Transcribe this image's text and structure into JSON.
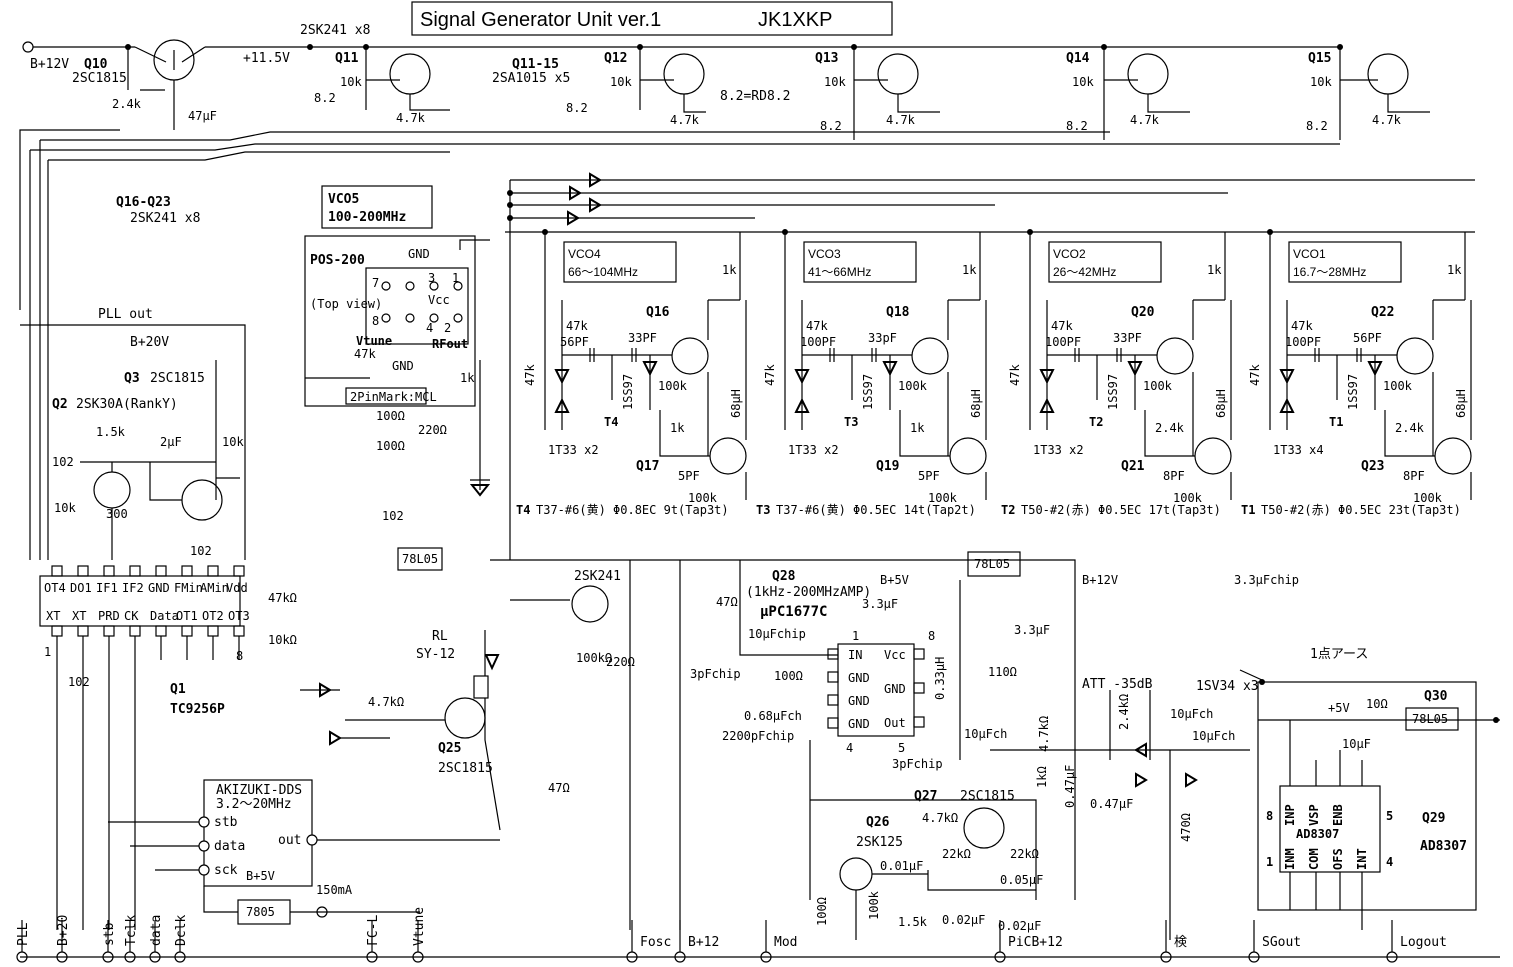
{
  "title": "Signal Generator Unit ver.1",
  "callsign": "JK1XKP",
  "top": {
    "supply_in": "B+12V",
    "q10": "Q10",
    "q10_type": "2SC1815",
    "r_2k4": "2.4k",
    "c_47uf": "47μF",
    "fet_array": "2SK241 x8",
    "v115": "+11.5V",
    "q11": "Q11",
    "q11_15": "Q11-15",
    "pnp_array": "2SA1015 x5",
    "q12": "Q12",
    "q13": "Q13",
    "q14": "Q14",
    "q15": "Q15",
    "r10k": "10k",
    "r47k": "4.7k",
    "z82": "8.2",
    "zener_note": "8.2=RD8.2"
  },
  "vco_switch": {
    "label": "Q16-Q23",
    "type": "2SK241 x8"
  },
  "vco5": {
    "name": "VCO5",
    "range": "100-200MHz",
    "module": "POS-200",
    "gnd": "GND",
    "topview": "(Top view)",
    "vcc": "Vcc",
    "vtune": "Vtune",
    "rfout": "RFout",
    "r47k": "47k",
    "r1k": "1k",
    "pinmark": "2PinMark:MCL",
    "r100a": "100Ω",
    "r100b": "100Ω",
    "r220": "220Ω",
    "pins": [
      "7",
      "3",
      "1",
      "8",
      "4",
      "2"
    ]
  },
  "vcos": [
    {
      "name": "VCO4",
      "range": "66〜104MHz",
      "qa": "Q16",
      "qb": "Q17",
      "cin": "56PF",
      "ca": "33PF",
      "rb": "1k",
      "cl": "5PF",
      "diodes": "1T33 x2",
      "tap": "T4",
      "coil": "T37-#6(黄) Φ0.8EC 9t(Tap3t)",
      "coil_label": "T4"
    },
    {
      "name": "VCO3",
      "range": "41〜66MHz",
      "qa": "Q18",
      "qb": "Q19",
      "cin": "100PF",
      "ca": "33pF",
      "rb": "1k",
      "cl": "5PF",
      "diodes": "1T33 x2",
      "tap": "T3",
      "coil": "T37-#6(黄) Φ0.5EC 14t(Tap2t)",
      "coil_label": "T3"
    },
    {
      "name": "VCO2",
      "range": "26〜42MHz",
      "qa": "Q20",
      "qb": "Q21",
      "cin": "100PF",
      "ca": "33PF",
      "rb": "2.4k",
      "cl": "8PF",
      "diodes": "1T33 x2",
      "tap": "T2",
      "coil": "T50-#2(赤) Φ0.5EC 17t(Tap3t)",
      "coil_label": "T2"
    },
    {
      "name": "VCO1",
      "range": "16.7〜28MHz",
      "qa": "Q22",
      "qb": "Q23",
      "cin": "100PF",
      "ca": "56PF",
      "rb": "2.4k",
      "cl": "8PF",
      "diodes": "1T33 x4",
      "tap": "T1",
      "coil": "T50-#2(赤) Φ0.5EC 23t(Tap3t)",
      "coil_label": "T1"
    }
  ],
  "vco_common": {
    "r1k": "1k",
    "r47k": "47k",
    "r100k": "100k",
    "ind": "68μH",
    "diode": "1SS97"
  },
  "pll": {
    "pll_out": "PLL out",
    "b20": "B+20V",
    "q3": "Q3",
    "q3_type": "2SC1815",
    "q2": "Q2",
    "q2_type": "2SK30A(RankY)",
    "r15k": "1.5k",
    "c2u": "2μF",
    "c102": "102",
    "r10k": "10k",
    "r10ka": "10k",
    "r300": "300",
    "c102b": "102",
    "c102c": "102",
    "c102d": "102",
    "reg": "78L05",
    "r47ko": "47kΩ",
    "r10ko": "10kΩ",
    "q1": "Q1",
    "q1_type": "TC9256P",
    "pins_top": [
      "OT4",
      "DO1",
      "IF1",
      "IF2",
      "GND",
      "FMin",
      "AMin",
      "Vdd"
    ],
    "pins_bot": [
      "XT",
      "XT",
      "PRD",
      "CK",
      "Data",
      "OT1",
      "OT2",
      "OT3"
    ],
    "pin1": "1",
    "pin8": "8"
  },
  "relay": {
    "rl": "RL",
    "rl_type": "SY-12",
    "r47k": "4.7kΩ",
    "q25": "Q25",
    "q25_type": "2SC1815",
    "r47": "47Ω"
  },
  "amp": {
    "fet": "2SK241",
    "r100k": "100kΩ",
    "r220": "220Ω",
    "r47": "47Ω",
    "q28": "Q28",
    "q28_desc": "(1kHz-200MHzAMP)",
    "ic": "μPC1677C",
    "c10u": "10μFchip",
    "c3p": "3pFchip",
    "r100": "100Ω",
    "c068": "0.68μFch",
    "c2200": "2200pFchip",
    "pins_left": [
      "IN",
      "GND",
      "GND",
      "GND"
    ],
    "pins_right": [
      "Vcc",
      "GND",
      "Out"
    ],
    "p1": "1",
    "p8": "8",
    "p4": "4",
    "p5": "5",
    "b5": "B+5V",
    "c33a": "3.3μF",
    "reg": "78L05",
    "b12": "B+12V",
    "c33chip": "3.3μFchip",
    "c33b": "3.3μF",
    "ind": "0.33μH",
    "r110": "110Ω",
    "c10ch": "10μFch",
    "c3p2": "3pFchip"
  },
  "att": {
    "label": "ATT -35dB",
    "diodes": "1SV34 x3",
    "r47k": "4.7kΩ",
    "r24k": "2.4kΩ",
    "c10a": "10μFch",
    "c10b": "10μFch",
    "r1k": "1kΩ",
    "c047a": "0.47μF",
    "c047b": "0.47μF",
    "r470": "470Ω",
    "ground": "1点アース"
  },
  "log": {
    "v5": "+5V",
    "r10": "10Ω",
    "q30": "Q30",
    "reg": "78L05",
    "c10u": "10μF",
    "q29": "Q29",
    "ic": "AD8307",
    "ic2": "AD8307",
    "pins_top": [
      "INP",
      "VSP",
      "ENB"
    ],
    "pins_bot": [
      "INM",
      "COM",
      "OFS",
      "INT"
    ],
    "p8": "8",
    "p1": "1",
    "p5": "5",
    "p4": "4"
  },
  "mod": {
    "q26": "Q26",
    "q26_type": "2SK125",
    "q27": "Q27",
    "q27_type": "2SC1815",
    "r47k": "4.7kΩ",
    "r22ka": "22kΩ",
    "r22kb": "22kΩ",
    "c001": "0.01μF",
    "c005": "0.05μF",
    "r100": "100Ω",
    "r100k": "100k",
    "r15k": "1.5k",
    "c002a": "0.02μF",
    "c002b": "0.02μF"
  },
  "dds": {
    "name": "AKIZUKI-DDS",
    "range": "3.2〜20MHz",
    "stb": "stb",
    "data": "data",
    "sck": "sck",
    "out": "out",
    "b5": "B+5V",
    "reg": "7805",
    "current": "150mA"
  },
  "bottom": {
    "labels": [
      "PLL",
      "B+20",
      "stb",
      "Tclk",
      "data",
      "Dclk",
      "FC-L",
      "Vtune",
      "Fosc",
      "B+12",
      "Mod",
      "PiCB+12",
      "検",
      "SGout",
      "Logout"
    ]
  }
}
